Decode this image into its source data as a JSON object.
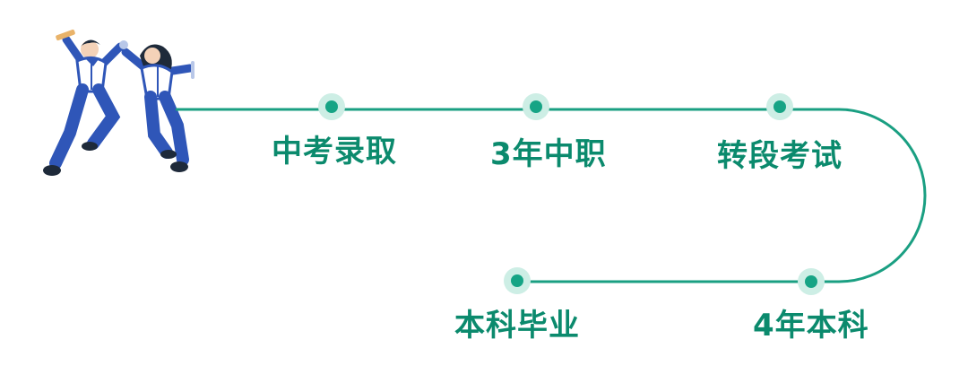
{
  "colors": {
    "path": "#1a9f82",
    "node_outer": "#cdeee5",
    "node_inner": "#16a485",
    "label": "#0b8a6d",
    "figure_blue": "#2f56b8",
    "figure_dark": "#1e2a3a",
    "figure_white": "#ffffff"
  },
  "illustration": {
    "icon": "two-students-jumping-illustration"
  },
  "steps": [
    {
      "label": "中考录取"
    },
    {
      "label": "3年中职"
    },
    {
      "label": "转段考试"
    },
    {
      "label": "4年本科"
    },
    {
      "label": "本科毕业"
    }
  ]
}
